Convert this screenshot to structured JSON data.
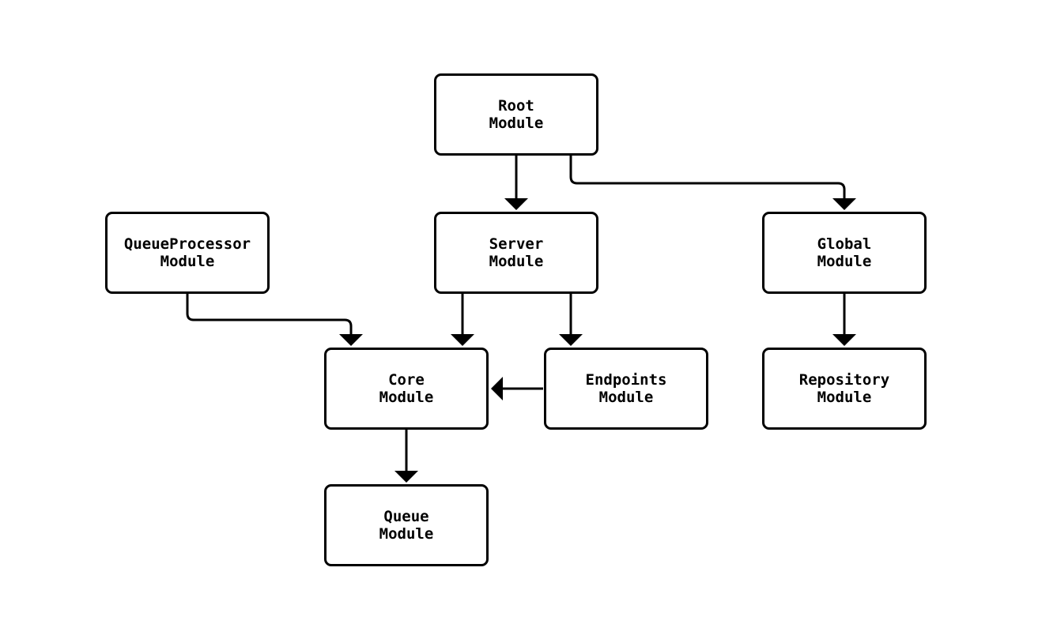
{
  "diagram": {
    "background_color": "#ffffff",
    "node_fill_color": "#ffffff",
    "stroke_color": "#000000",
    "text_color": "#000000",
    "nodes": {
      "root": {
        "label": "Root\nModule"
      },
      "queueprocessor": {
        "label": "QueueProcessor\nModule"
      },
      "server": {
        "label": "Server\nModule"
      },
      "global": {
        "label": "Global\nModule"
      },
      "core": {
        "label": "Core\nModule"
      },
      "endpoints": {
        "label": "Endpoints\nModule"
      },
      "repository": {
        "label": "Repository\nModule"
      },
      "queue": {
        "label": "Queue\nModule"
      }
    },
    "edges": [
      {
        "from": "Root Module",
        "to": "Server Module"
      },
      {
        "from": "Root Module",
        "to": "Global Module"
      },
      {
        "from": "QueueProcessor Module",
        "to": "Core Module"
      },
      {
        "from": "Server Module",
        "to": "Core Module"
      },
      {
        "from": "Server Module",
        "to": "Endpoints Module"
      },
      {
        "from": "Endpoints Module",
        "to": "Core Module"
      },
      {
        "from": "Global Module",
        "to": "Repository Module"
      },
      {
        "from": "Core Module",
        "to": "Queue Module"
      }
    ]
  }
}
